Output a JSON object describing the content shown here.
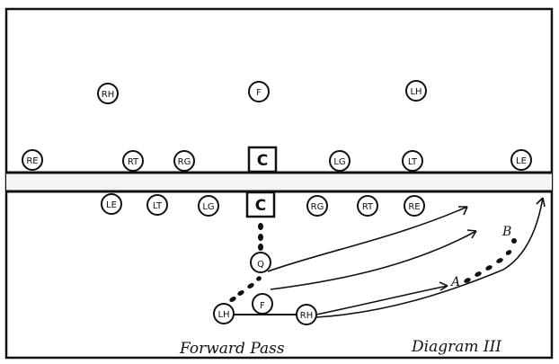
{
  "players": {
    "RH_top": "RH",
    "F_top": "F",
    "LH_top": "LH",
    "RE": "RE",
    "RT_top": "RT",
    "RG_top": "RG",
    "C_top": "C",
    "LG_top": "LG",
    "LT_top": "LT",
    "LE_top": "LE",
    "LE_bot": "LE",
    "LT_bot": "LT",
    "LG_bot": "LG",
    "C_bot": "C",
    "RG_bot": "RG",
    "RT_bot": "RT",
    "RE_bot": "RE",
    "Q": "Q",
    "F_bot": "F",
    "LH_bot": "LH",
    "RH_bot": "RH"
  },
  "points": {
    "A": "A",
    "B": "B"
  },
  "captions": {
    "title": "Forward Pass",
    "diagram": "Diagram III"
  }
}
